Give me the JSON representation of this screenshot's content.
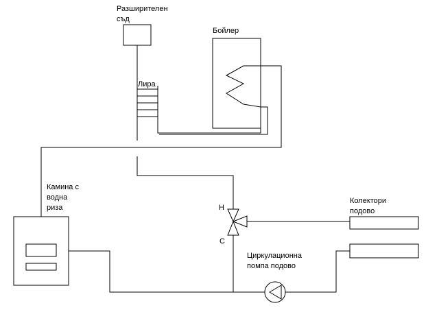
{
  "labels": {
    "expansion_vessel": "Разширителен\nсъд",
    "boiler": "Бойлер",
    "lira": "Лира",
    "fireplace": "Камина с\nводна\nриза",
    "floor_collectors": "Колектори\nподово",
    "floor_pump": "Циркулационна\nпомпа подово",
    "valve_h": "H",
    "valve_c": "C"
  }
}
